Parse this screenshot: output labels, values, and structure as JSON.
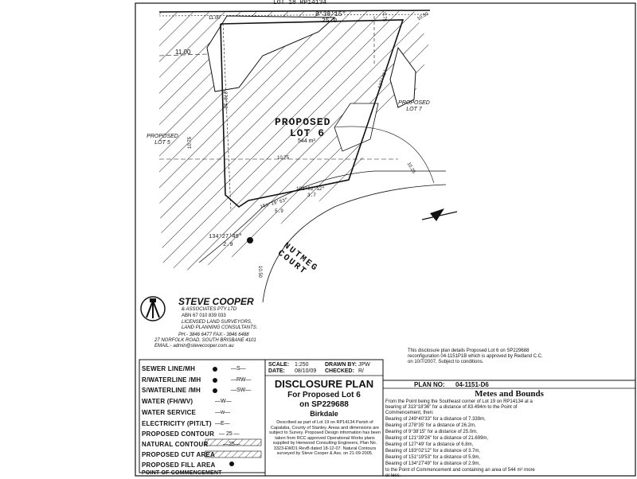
{
  "drawing": {
    "lot_top": "LOT 18  RP14134",
    "top_bearing": "9°38'15\"",
    "top_distance": "25.0",
    "proposed_lot_title": "PROPOSED",
    "proposed_lot_sub": "LOT 6",
    "area": "544 m²",
    "lot5": "PROPOSED LOT 5",
    "lot7": "PROPOSED LOT 7",
    "contour_1100": "11.00",
    "contour_1075_a": "10.75",
    "contour_1075_b": "10.75",
    "contour_1075_c": "10.75",
    "contour_1025": "10.25",
    "contour_1050": "10.50",
    "contour_top_right": "10.50",
    "contour_top_left": "11.00",
    "bearing_left": "278°35'",
    "bearing_right": "127°49'",
    "bearing_mid_a": "183°02'12\"",
    "bearing_mid_a_dist": "3.7",
    "bearing_mid_b": "151°19'53\"",
    "bearing_mid_b_dist": "5.9",
    "bearing_bottom": "134°27'49\"",
    "bearing_bottom_dist": "2.9",
    "road_name": "NUTMEG COURT",
    "north_arrow": "N"
  },
  "company": {
    "name": "STEVE COOPER",
    "sub": "& ASSOCIATES PTY LTD",
    "abn": "ABN 67 010 839 033",
    "desc1": "LICENSED LAND SURVEYORS,",
    "desc2": "LAND PLANNING CONSULTANTS.",
    "phone": "PH:- 3846 6477   FAX:- 3846 6488",
    "address": "27 NORFOLK ROAD, SOUTH BRISBANE 4101",
    "email": "EMAIL:- admin@stevecooper.com.au"
  },
  "note": {
    "text": "This disclosure plan details Proposed Lot 6 on SP229688 reconfiguration 04-1151P1B which is approved by Redland C.C. on 10/7/2007, Subject to conditions."
  },
  "legend": [
    {
      "label": "SEWER LINE/MH",
      "sym": "—S—"
    },
    {
      "label": "R/WATERLINE /MH",
      "sym": "—RW—"
    },
    {
      "label": "S/WATERLINE /MH",
      "sym": "—SW—"
    },
    {
      "label": "WATER  (FH/WV)",
      "sym": "—W—"
    },
    {
      "label": "WATER SERVICE",
      "sym": "—w—"
    },
    {
      "label": "ELECTRICITY (PIT/LT)",
      "sym": "—E—"
    },
    {
      "label": "PROPOSED CONTOUR",
      "sym": "— 25 —"
    },
    {
      "label": "NATURAL CONTOUR",
      "sym": "—25—"
    },
    {
      "label": "PROPOSED CUT AREA",
      "sym": ""
    },
    {
      "label": "PROPOSED FILL AREA",
      "sym": ""
    },
    {
      "label": "POINT OF COMMENCEMENT",
      "sym": ""
    }
  ],
  "titleblock": {
    "scale_label": "SCALE:",
    "scale": "1:250",
    "date_label": "DATE:",
    "date": "08/10/09",
    "drawn_label": "DRAWN BY:",
    "drawn": "JPW",
    "checked_label": "CHECKED:",
    "checked": "R/",
    "plan_label": "PLAN NO:",
    "plan_no": "04-1151-D6",
    "title1": "DISCLOSURE PLAN",
    "title2": "For Proposed Lot 6",
    "title3": "on SP229688",
    "title4": "Birkdale",
    "desc": "Described as part of Lot 19 on RP14134 Parish of Capalaba, County of Stanley. Areas and dimensions are subject to Survey. Proposed Design information has been taken from RCC approved Operational Works plans supplied by Henwood Consulting Engineers, Plan No. 3323-EWD1 RevB dated 18-12-07. Natural Contours surveyed by Steve Cooper & Ass. on 21-09-2005."
  },
  "metes": {
    "heading": "Metes and Bounds",
    "intro": "From the Point being the Southeast corner of Lot 19 on RP14134 at a bearing of 313°18'36\" for a distance of 83.494m to the Point of Commencement, then:",
    "lines": [
      "Bearing of 249°40'33\" for a distance of 7.339m,",
      "Bearing of 278°35' for a distance of 26.2m,",
      "Bearing of 9°38'15\" for a distance of 25.0m,",
      "Bearing of 121°39'26\" for a distance of 21.699m,",
      "Bearing of 127°49' for a distance of 6.8m,",
      "Bearing of 183°02'12\" for a distance of 3.7m,",
      "Bearing of 151°19'53\" for a distance of 5.9m,",
      "Bearing of 134°27'49\" for a distance of 2.9m,"
    ],
    "closing": "to the Point of Commencement and containing an area of 544 m² more or less."
  }
}
